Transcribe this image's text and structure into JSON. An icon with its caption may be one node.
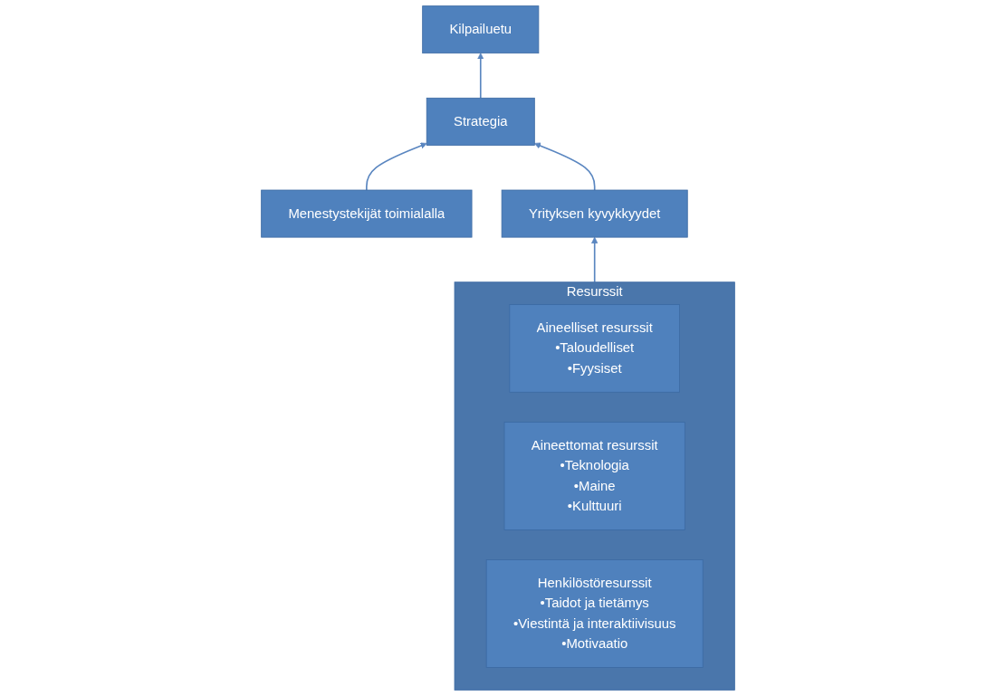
{
  "diagram": {
    "nodes": [
      {
        "text": [
          "Menestystekijät toimialalla"
        ]
      },
      {
        "text": [
          "Strategia"
        ]
      },
      {
        "text": [
          "Kilpailuetu"
        ]
      },
      {
        "text": [
          "Yrityksen kyvykkyydet"
        ]
      },
      {
        "text": [
          "Resurssit"
        ]
      },
      {
        "text": [
          "Aineelliset resurssit",
          "•Taloudelliset",
          "•Fyysiset"
        ],
        "in": 4
      },
      {
        "text": [
          "Aineettomat resurssit",
          "•Teknologia",
          "•Maine",
          "•Kulttuuri"
        ],
        "in": 4
      },
      {
        "text": [
          "Henkilöstöresurssit",
          "•Taidot ja tietämys",
          "•Viestintä ja interaktiivisuus",
          "•Motivaatio"
        ],
        "in": 4
      }
    ],
    "edges": [
      {
        "from": 0,
        "to": 1,
        "arrow": "to"
      },
      {
        "from": 1,
        "to": 2,
        "arrow": "to"
      },
      {
        "from": 3,
        "to": 1,
        "arrow": "to"
      },
      {
        "from": 4,
        "to": 3,
        "arrow": "to"
      }
    ]
  }
}
